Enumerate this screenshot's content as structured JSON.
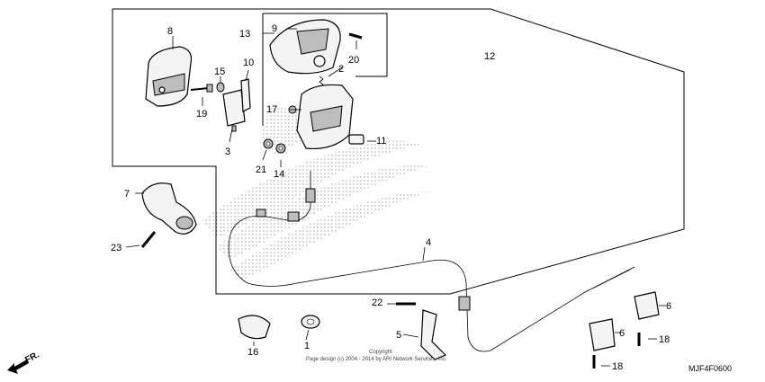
{
  "callouts": {
    "c1": "1",
    "c2": "2",
    "c3": "3",
    "c4": "4",
    "c5": "5",
    "c6a": "6",
    "c6b": "6",
    "c7": "7",
    "c8": "8",
    "c9": "9",
    "c10": "10",
    "c11": "11",
    "c12": "12",
    "c13": "13",
    "c14": "14",
    "c15": "15",
    "c16": "16",
    "c17": "17",
    "c18a": "18",
    "c18b": "18",
    "c19": "19",
    "c20": "20",
    "c21": "21",
    "c22": "22",
    "c23": "23"
  },
  "direction_label": "FR.",
  "copyright_line1": "Copyright",
  "copyright_line2": "Page design (c) 2004 - 2014 by ARI Network Services, Inc.",
  "diagram_code": "MJF4F0600",
  "colors": {
    "line": "#000000",
    "shade": "#bdbdbd",
    "background": "#ffffff"
  }
}
